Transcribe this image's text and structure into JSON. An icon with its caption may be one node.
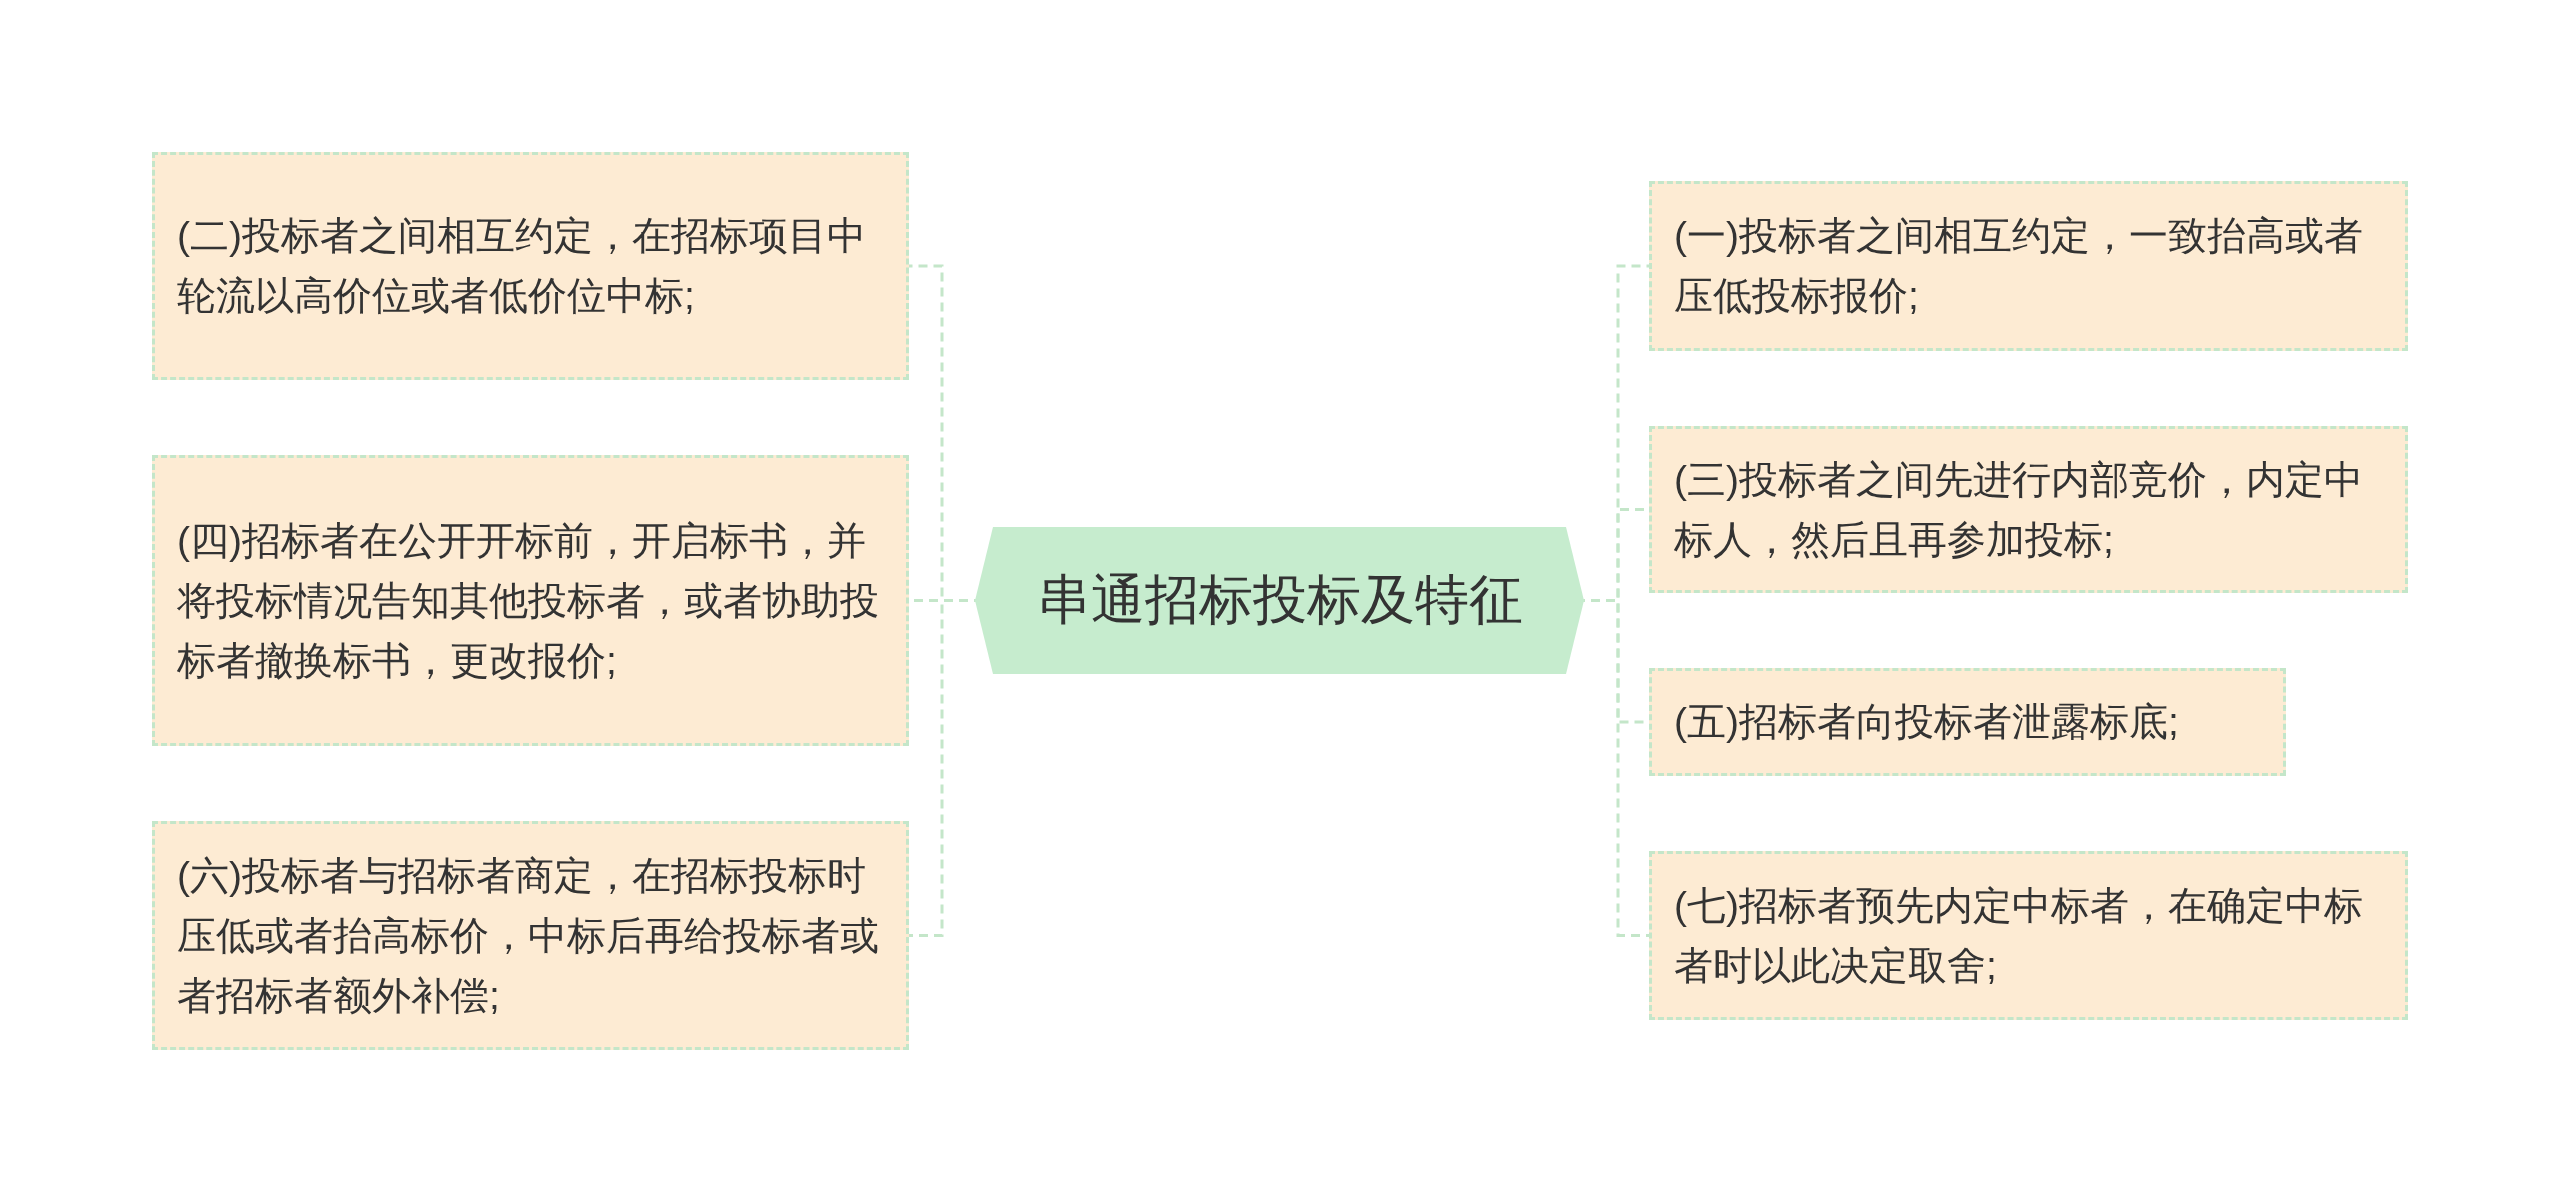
{
  "diagram": {
    "nodes": [
      {
        "text": [
          "串通招标投标及特征"
        ]
      },
      {
        "text": [
          "(二)投标者之间相互约定，在招标项目中轮流以高价位或者低价位中标;"
        ]
      },
      {
        "text": [
          "(四)招标者在公开开标前，开启标书，并将投标情况告知其他投标者，或者协助投标者撤换标书，更改报价;"
        ]
      },
      {
        "text": [
          "(六)投标者与招标者商定，在招标投标时压低或者抬高标价，中标后再给投标者或者招标者额外补偿;"
        ]
      },
      {
        "text": [
          "(一)投标者之间相互约定，一致抬高或者压低投标报价;"
        ]
      },
      {
        "text": [
          "(三)投标者之间先进行内部竞价，内定中标人，然后且再参加投标;"
        ]
      },
      {
        "text": [
          "(五)招标者向投标者泄露标底;"
        ]
      },
      {
        "text": [
          "(七)招标者预先内定中标者，在确定中标者时以此决定取舍;"
        ]
      }
    ],
    "edges": [
      {
        "from": 0,
        "to": 1,
        "arrow": "none",
        "style": "dashed"
      },
      {
        "from": 0,
        "to": 2,
        "arrow": "none",
        "style": "dashed"
      },
      {
        "from": 0,
        "to": 3,
        "arrow": "none",
        "style": "dashed"
      },
      {
        "from": 0,
        "to": 4,
        "arrow": "none",
        "style": "dashed"
      },
      {
        "from": 0,
        "to": 5,
        "arrow": "none",
        "style": "dashed"
      },
      {
        "from": 0,
        "to": 6,
        "arrow": "none",
        "style": "dashed"
      },
      {
        "from": 0,
        "to": 7,
        "arrow": "none",
        "style": "dashed"
      }
    ]
  }
}
